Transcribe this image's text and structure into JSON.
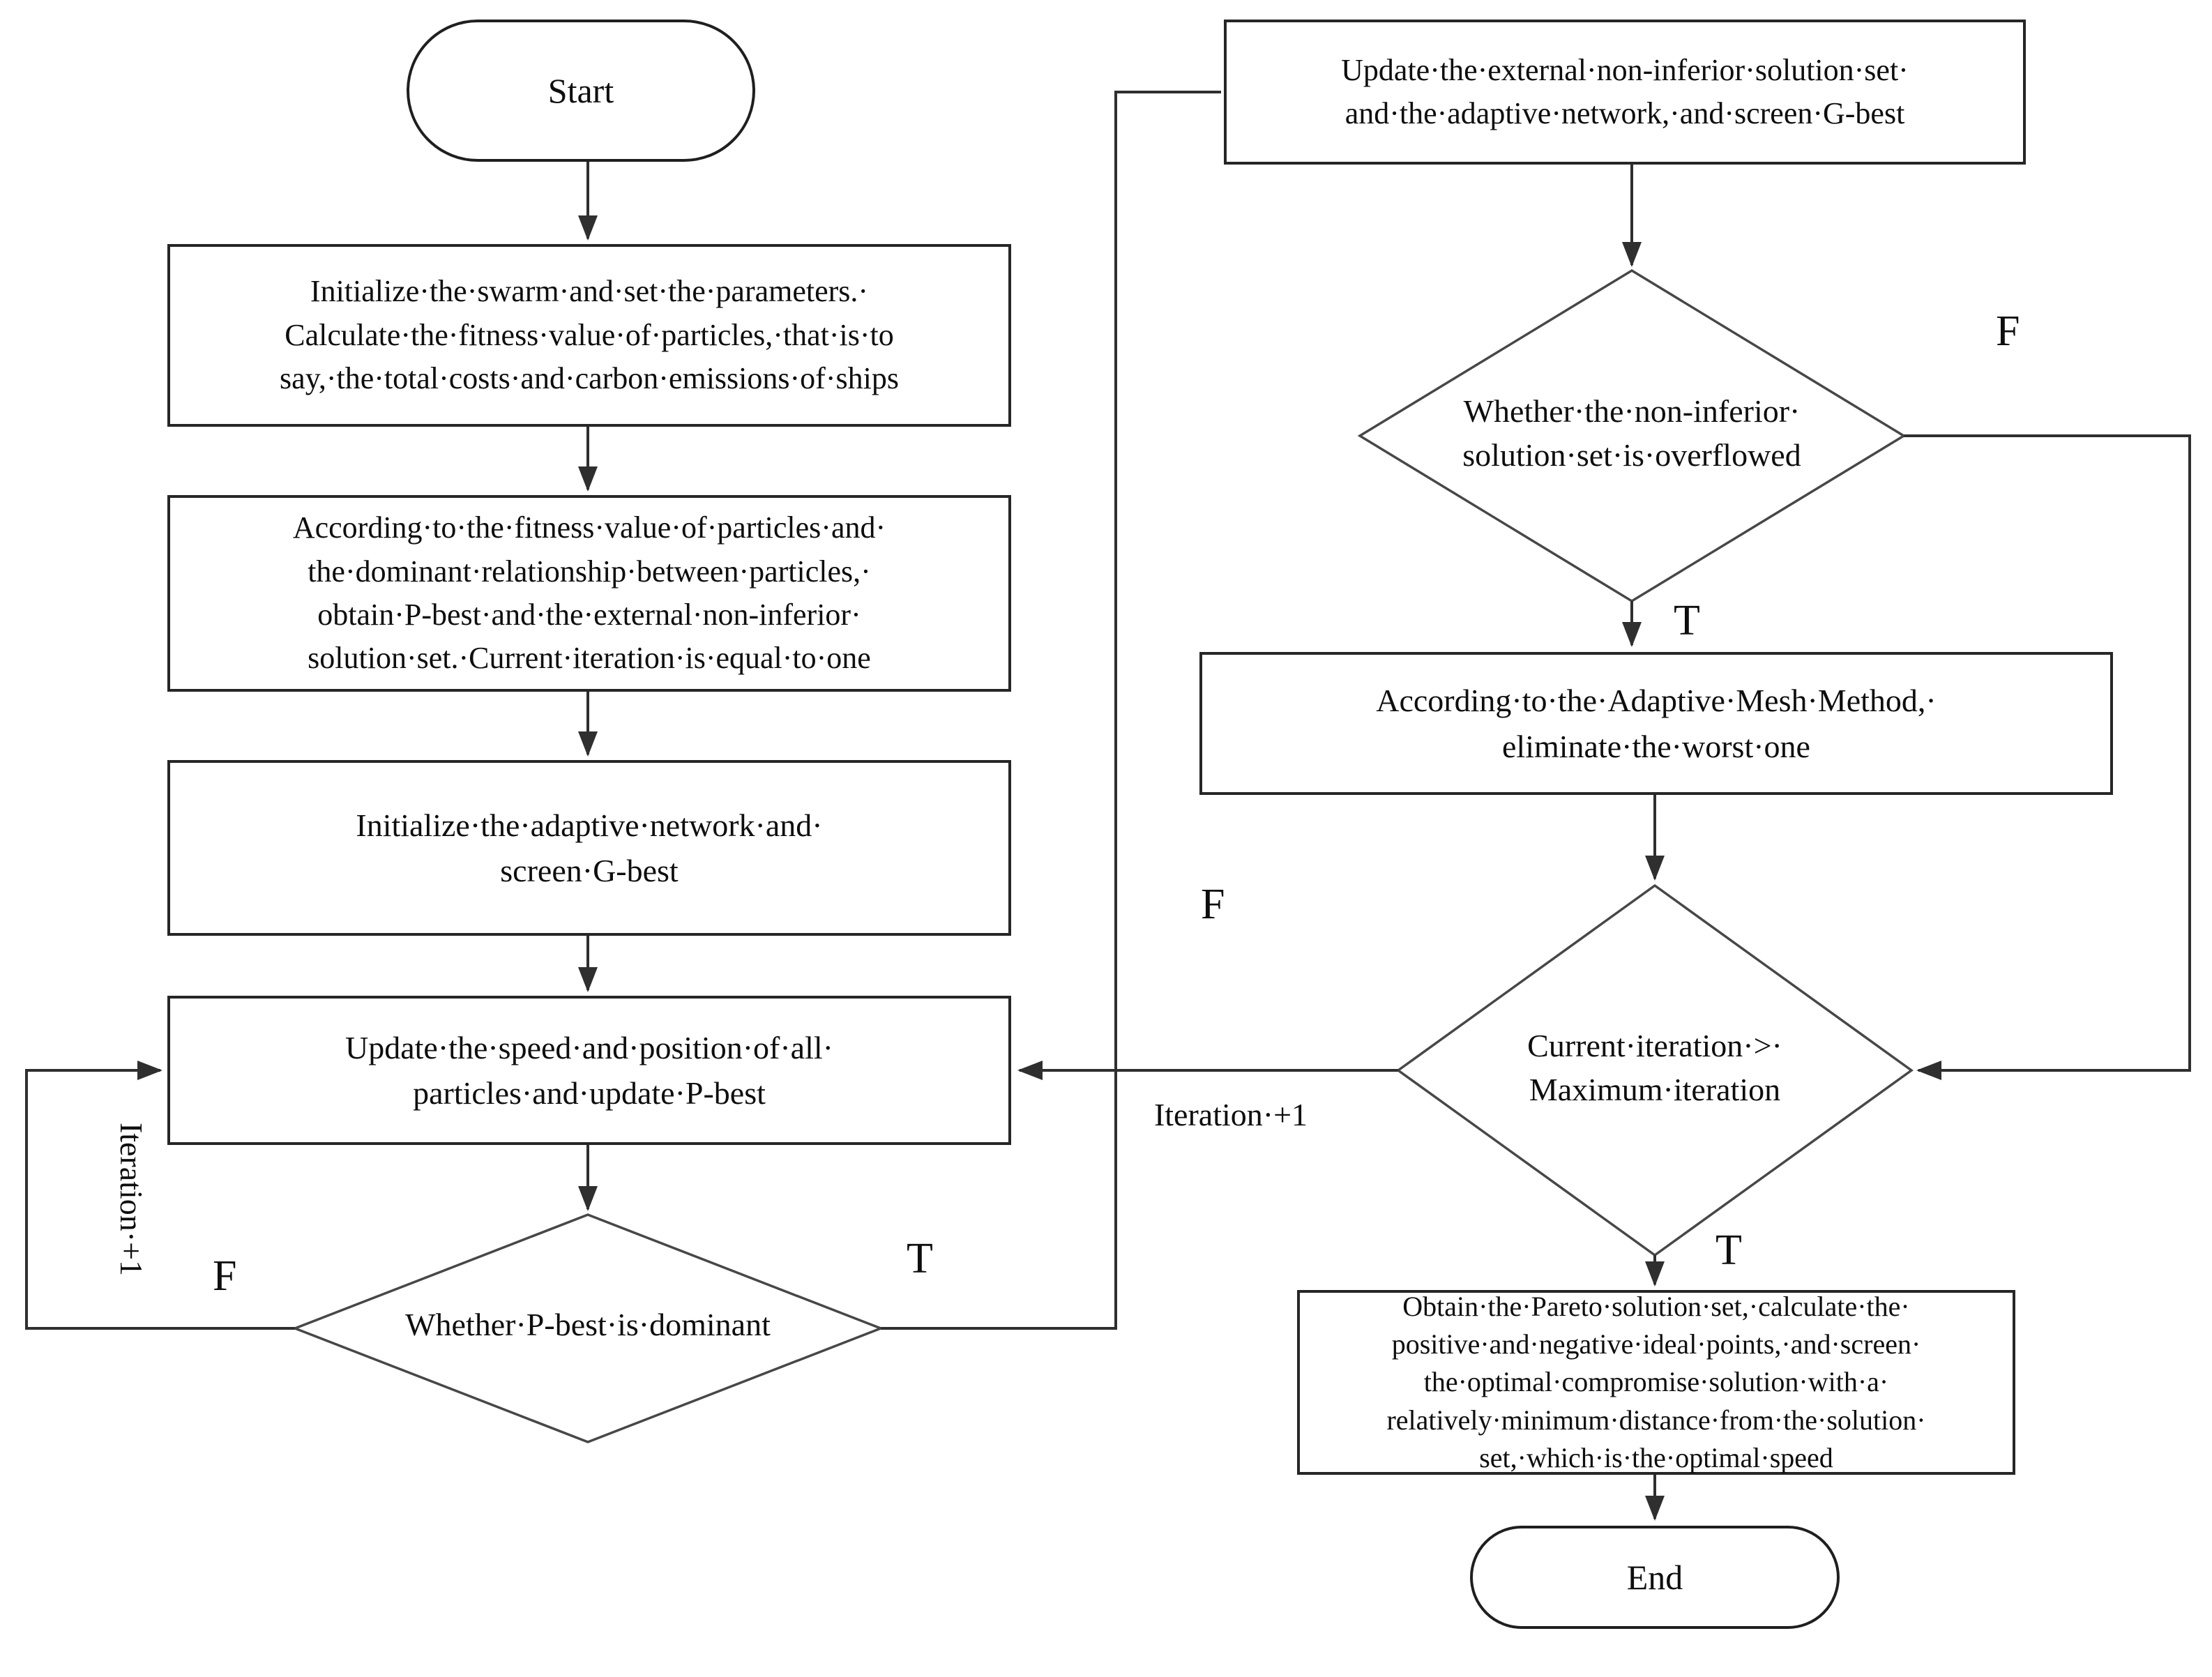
{
  "colors": {
    "background": "#ffffff",
    "line": "#2f2f2f",
    "diamond_line": "#474747",
    "text": "#0e0e0e"
  },
  "terminals": {
    "start": "Start",
    "end": "End"
  },
  "boxes": {
    "init_swarm": {
      "lines": [
        "Initialize·the·swarm·and·set·the·parameters.·",
        "Calculate·the·fitness·value·of·particles,·that·is·to",
        "say,·the·total·costs·and·carbon·emissions·of·ships"
      ]
    },
    "fitness_pbest": {
      "lines": [
        "According·to·the·fitness·value·of·particles·and·",
        "the·dominant·relationship·between·particles,·",
        "obtain·P-best·and·the·external·non-inferior·",
        "solution·set.·Current·iteration·is·equal·to·one"
      ]
    },
    "init_network": {
      "lines": [
        "Initialize·the·adaptive·network·and·",
        "screen·G-best"
      ]
    },
    "update_speed": {
      "lines": [
        "Update·the·speed·and·position·of·all·",
        "particles·and·update·P-best"
      ]
    },
    "update_external": {
      "lines": [
        "Update·the·external·non-inferior·solution·set·",
        "and·the·adaptive·network,·and·screen·G-best"
      ]
    },
    "adaptive_mesh": {
      "lines": [
        "According·to·the·Adaptive·Mesh·Method,·",
        "eliminate·the·worst·one"
      ]
    },
    "pareto": {
      "lines": [
        "Obtain·the·Pareto·solution·set,·calculate·the·",
        "positive·and·negative·ideal·points,·and·screen·",
        "the·optimal·compromise·solution·with·a·",
        "relatively·minimum·distance·from·the·solution·",
        "set,·which·is·the·optimal·speed"
      ]
    }
  },
  "decisions": {
    "pbest_dominant": {
      "lines": [
        "Whether·P-best·is·dominant"
      ]
    },
    "overflow": {
      "lines": [
        "Whether·the·non-inferior·",
        "solution·set·is·overflowed"
      ]
    },
    "max_iteration": {
      "lines": [
        "Current·iteration·>·",
        "Maximum·iteration"
      ]
    }
  },
  "edge_labels": {
    "pbest_false": "F",
    "pbest_true": "T",
    "overflow_false": "F",
    "overflow_true": "T",
    "iter_false": "F",
    "iter_true": "T",
    "iteration_loop_left": "Iteration·+1",
    "iteration_loop_right": "Iteration·+1"
  }
}
